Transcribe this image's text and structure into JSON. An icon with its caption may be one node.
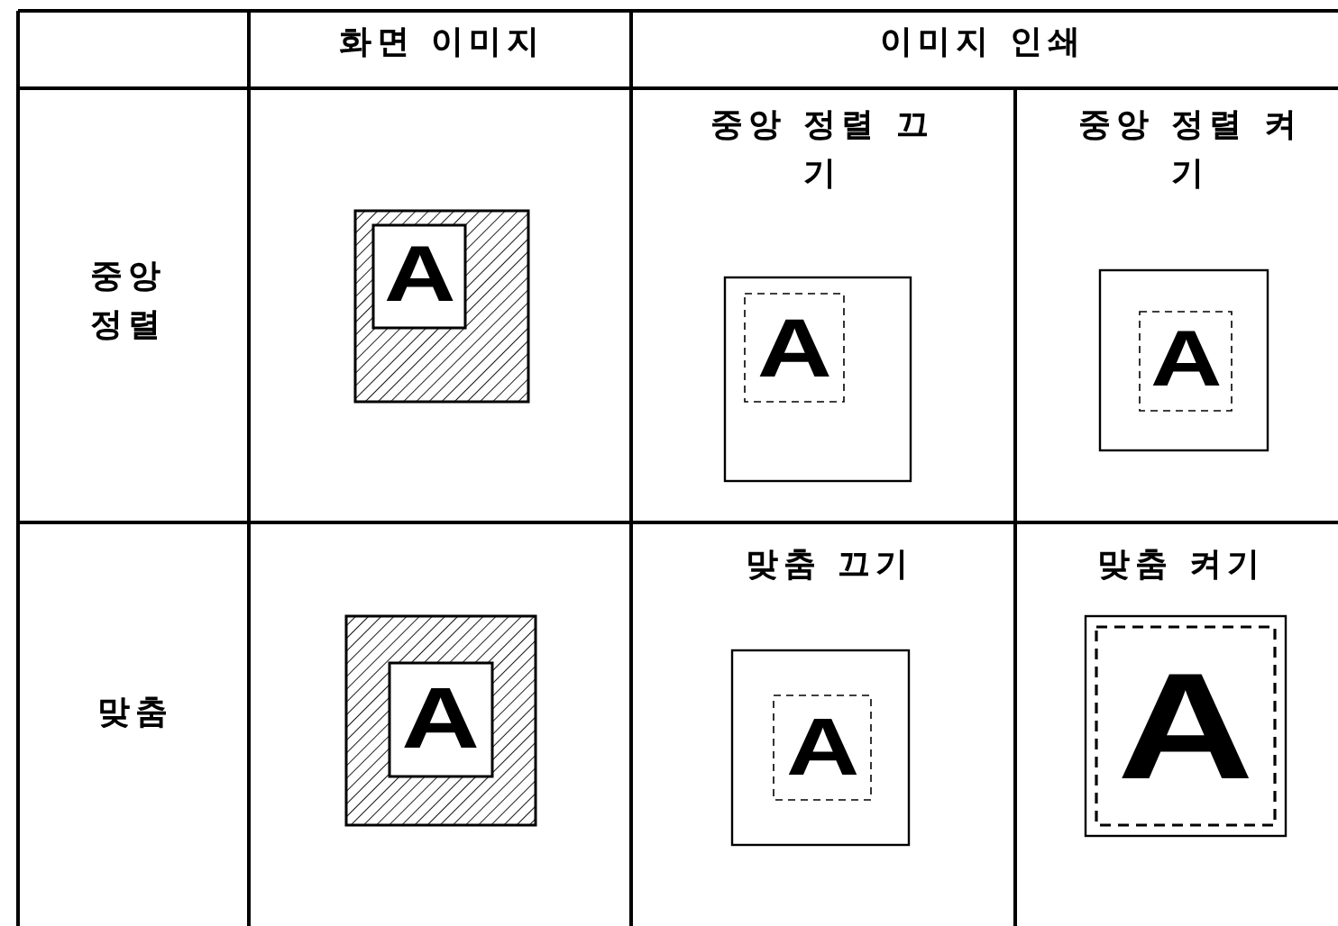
{
  "diagram": {
    "labels": [
      "화면 이미지",
      "이미지 인쇄",
      "중앙 정렬",
      "A",
      "중앙 정렬 끄기",
      "A",
      "중앙 정렬 켜기",
      "A",
      "맞춤",
      "A",
      "맞춤 끄기",
      "A",
      "맞춤 켜기",
      "A"
    ]
  }
}
